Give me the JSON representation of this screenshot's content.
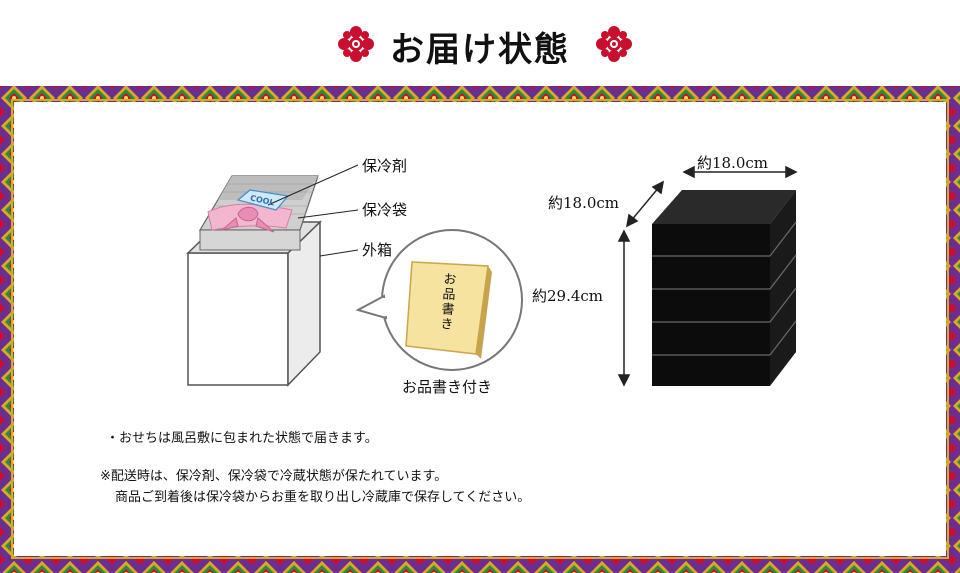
{
  "header": {
    "title": "お届け状態"
  },
  "diagram": {
    "ice_pack_label": "保冷剤",
    "cool_bag_label": "保冷袋",
    "outer_box_label": "外箱",
    "cool_tag_text": "COOL",
    "menu_card_text": "お品書き",
    "menu_card_caption": "お品書き付き"
  },
  "dimensions": {
    "width": "約18.0cm",
    "depth": "約18.0cm",
    "height": "約29.4cm"
  },
  "notes": {
    "line1": "・おせちは風呂敷に包まれた状態で届きます。",
    "line2": "※配送時は、保冷剤、保冷袋で冷蔵状態が保たれています。",
    "line3": "商品ご到着後は保冷袋からお重を取り出し冷蔵庫で保存してください。"
  },
  "colors": {
    "crest_red": "#c8102e",
    "brocade_purple": "#6b2d8e",
    "brocade_gold": "#d8a928",
    "brocade_green": "#2e8a3a",
    "brocade_red": "#c8102e",
    "jubako_black": "#0c0c0c"
  }
}
